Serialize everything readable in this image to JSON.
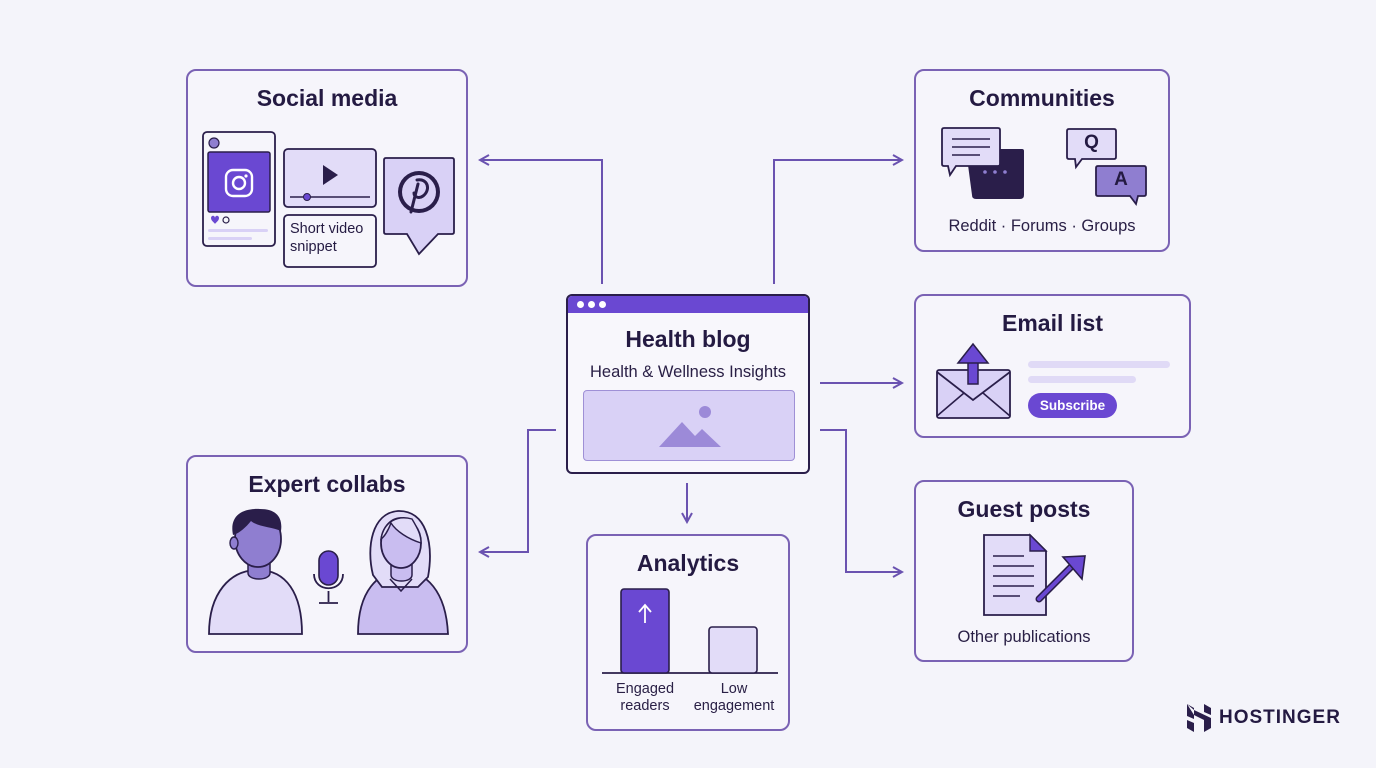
{
  "center": {
    "title": "Health blog",
    "subtitle": "Health & Wellness Insights"
  },
  "social": {
    "title": "Social media",
    "video_caption": "Short video snippet"
  },
  "communities": {
    "title": "Communities",
    "q_label": "Q",
    "a_label": "A",
    "caption": "Reddit · Forums · Groups"
  },
  "email": {
    "title": "Email list",
    "button_label": "Subscribe"
  },
  "expert": {
    "title": "Expert collabs"
  },
  "analytics": {
    "title": "Analytics",
    "bars": [
      {
        "label": "Engaged readers",
        "level": 1.0
      },
      {
        "label": "Low engagement",
        "level": 0.55
      }
    ]
  },
  "guest": {
    "title": "Guest posts",
    "caption": "Other publications"
  },
  "brand": {
    "name": "HOSTINGER"
  },
  "colors": {
    "outline": "#7a62b4",
    "accent": "#6a48d2",
    "light_fill": "#d9d1f6",
    "dark": "#2a1e4a",
    "background": "#f4f4fa"
  }
}
